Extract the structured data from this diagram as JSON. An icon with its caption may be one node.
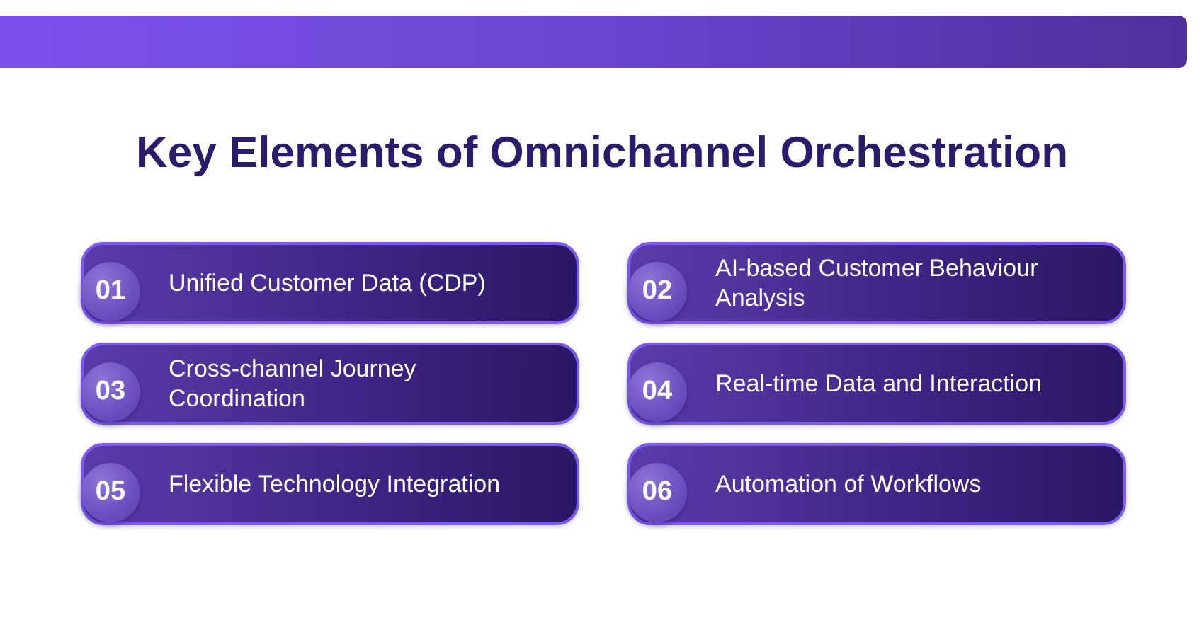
{
  "diagram": {
    "title": "Key Elements of Omnichannel Orchestration",
    "nodes": [
      {
        "text": [
          "01",
          "Unified Customer Data (CDP)"
        ]
      },
      {
        "text": [
          "02",
          "AI-based Customer Behaviour Analysis"
        ]
      },
      {
        "text": [
          "03",
          "Cross-channel Journey Coordination"
        ]
      },
      {
        "text": [
          "04",
          "Real-time Data and Interaction"
        ]
      },
      {
        "text": [
          "05",
          "Flexible Technology Integration"
        ]
      },
      {
        "text": [
          "06",
          "Automation of Workflows"
        ]
      }
    ]
  }
}
